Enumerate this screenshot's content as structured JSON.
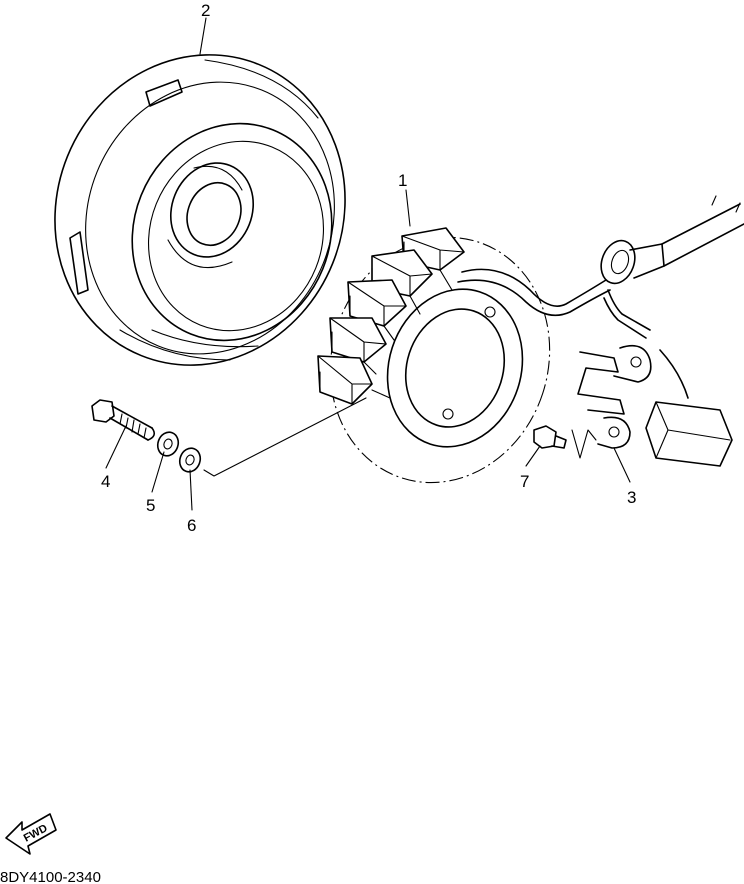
{
  "callouts": [
    {
      "id": "1",
      "label": "1"
    },
    {
      "id": "2",
      "label": "2"
    },
    {
      "id": "3",
      "label": "3"
    },
    {
      "id": "4",
      "label": "4"
    },
    {
      "id": "5",
      "label": "5"
    },
    {
      "id": "6",
      "label": "6"
    },
    {
      "id": "7",
      "label": "7"
    }
  ],
  "fwd_label": "FWD",
  "diagram_code": "8DY4100-2340",
  "colors": {
    "ink": "#000000",
    "background": "#ffffff"
  }
}
